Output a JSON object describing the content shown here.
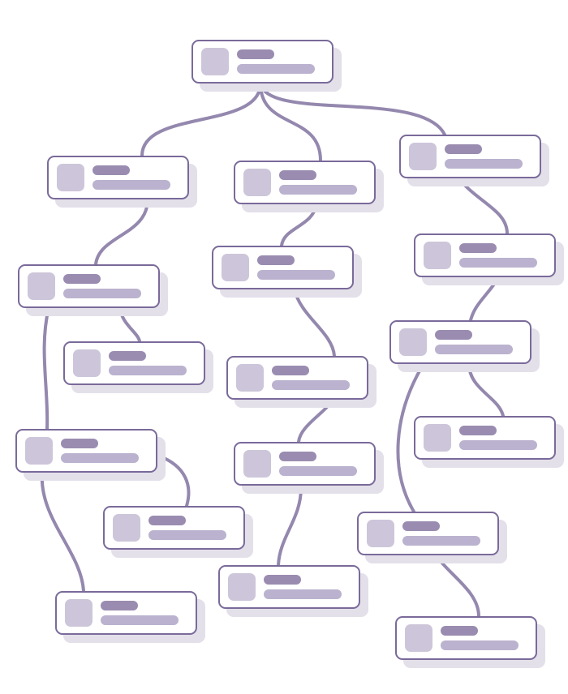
{
  "colors": {
    "node_border": "#7a6a9a",
    "node_shadow": "#e3e0ea",
    "connector": "#9488ae",
    "thumbnail": "#cdc6da",
    "title_bar": "#9a8cb0",
    "subtitle_bar": "#bab2ce"
  },
  "nodes": [
    {
      "id": 0
    },
    {
      "id": 1
    },
    {
      "id": 2
    },
    {
      "id": 3
    },
    {
      "id": 4
    },
    {
      "id": 5
    },
    {
      "id": 6
    },
    {
      "id": 7
    },
    {
      "id": 8
    },
    {
      "id": 9
    },
    {
      "id": 10
    },
    {
      "id": 11
    },
    {
      "id": 12
    },
    {
      "id": 13
    },
    {
      "id": 14
    },
    {
      "id": 15
    },
    {
      "id": 16
    },
    {
      "id": 17
    }
  ],
  "edges": [
    [
      0,
      1
    ],
    [
      0,
      2
    ],
    [
      0,
      3
    ],
    [
      1,
      4
    ],
    [
      2,
      5
    ],
    [
      3,
      6
    ],
    [
      4,
      7
    ],
    [
      4,
      10
    ],
    [
      5,
      9
    ],
    [
      6,
      8
    ],
    [
      8,
      11
    ],
    [
      8,
      14
    ],
    [
      9,
      12
    ],
    [
      10,
      13
    ],
    [
      10,
      16
    ],
    [
      12,
      15
    ],
    [
      14,
      17
    ]
  ]
}
